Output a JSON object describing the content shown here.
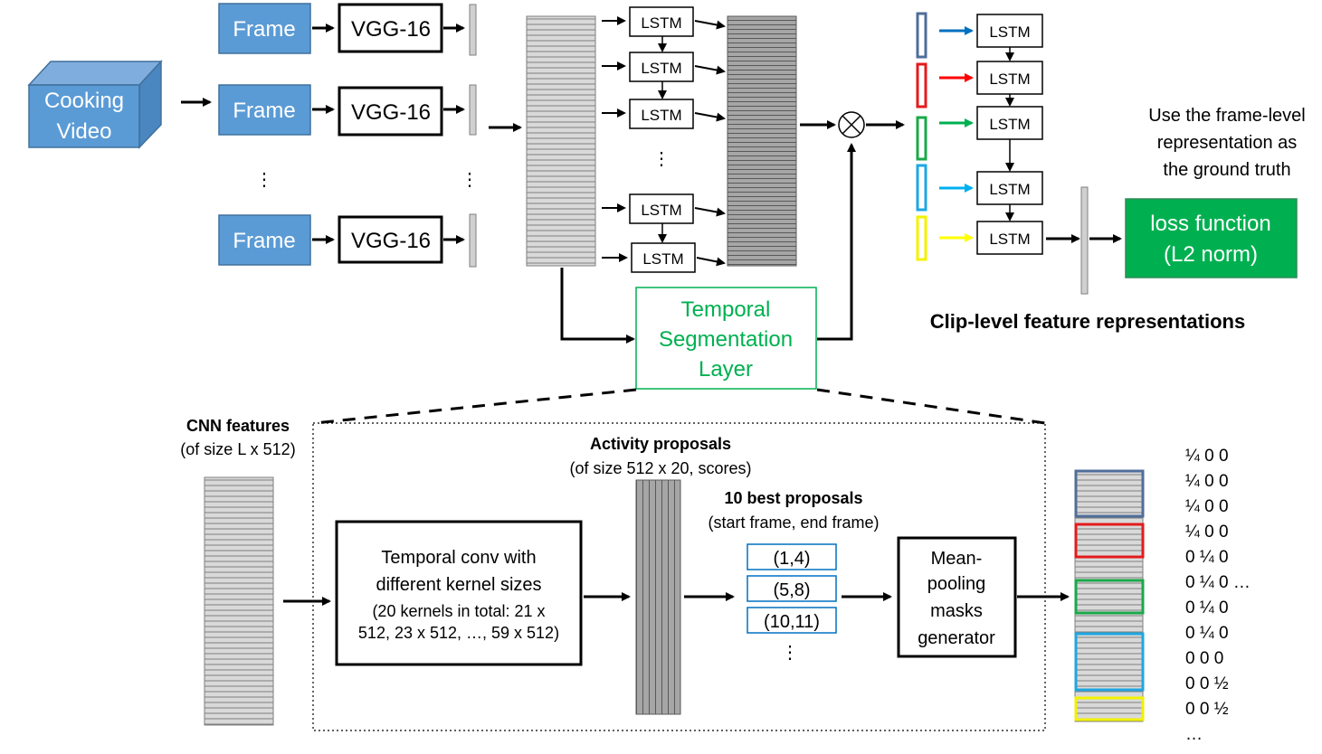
{
  "input": {
    "line1": "Cooking",
    "line2": "Video"
  },
  "frames": [
    {
      "frame_label": "Frame",
      "cnn_label": "VGG-16"
    },
    {
      "frame_label": "Frame",
      "cnn_label": "VGG-16"
    },
    {
      "frame_label": "Frame",
      "cnn_label": "VGG-16"
    }
  ],
  "vertical_ellipsis": "⋮",
  "lstm_label": "LSTM",
  "tsl": {
    "line1": "Temporal",
    "line2": "Segmentation",
    "line3": "Layer"
  },
  "clip_section": {
    "title": "Clip-level feature representations",
    "note_line1": "Use the frame-level",
    "note_line2": "representation as",
    "note_line3": "the ground truth"
  },
  "loss": {
    "line1": "loss function",
    "line2": "(L2 norm)"
  },
  "cnn_features": {
    "title": "CNN features",
    "subtitle": "(of size L x 512)"
  },
  "temporal_conv": {
    "line1": "Temporal conv with",
    "line2": "different kernel sizes",
    "line3": "(20 kernels in total: 21 x",
    "line4": "512, 23 x 512, …, 59 x 512)"
  },
  "activity_proposals": {
    "title": "Activity proposals",
    "subtitle": "(of size 512 x 20, scores)"
  },
  "best_proposals": {
    "title": "10 best proposals",
    "subtitle": "(start frame, end frame)",
    "items": [
      "(1,4)",
      "(5,8)",
      "(10,11)"
    ]
  },
  "mean_pooling": {
    "line1": "Mean-",
    "line2": "pooling",
    "line3": "masks",
    "line4": "generator"
  },
  "mask_values": [
    "¼ 0 0",
    "¼ 0 0",
    "¼ 0 0",
    "¼ 0 0",
    "0 ¼ 0",
    "0 ¼ 0 …",
    "0 ¼ 0",
    "0 ¼ 0",
    "0 0 0",
    "0 0 ½",
    "0 0 ½",
    "…"
  ],
  "colors": {
    "blue_fill": "#5B9BD5",
    "blue_stroke": "#41719C",
    "green": "#00B050",
    "stripe_fill": "#D9D9D9",
    "stripe_line": "#7F7F7F",
    "clip_colors": [
      "#4F6E9A",
      "#E41A1C",
      "#1AA84A",
      "#1EA7E1",
      "#F2F200"
    ]
  }
}
